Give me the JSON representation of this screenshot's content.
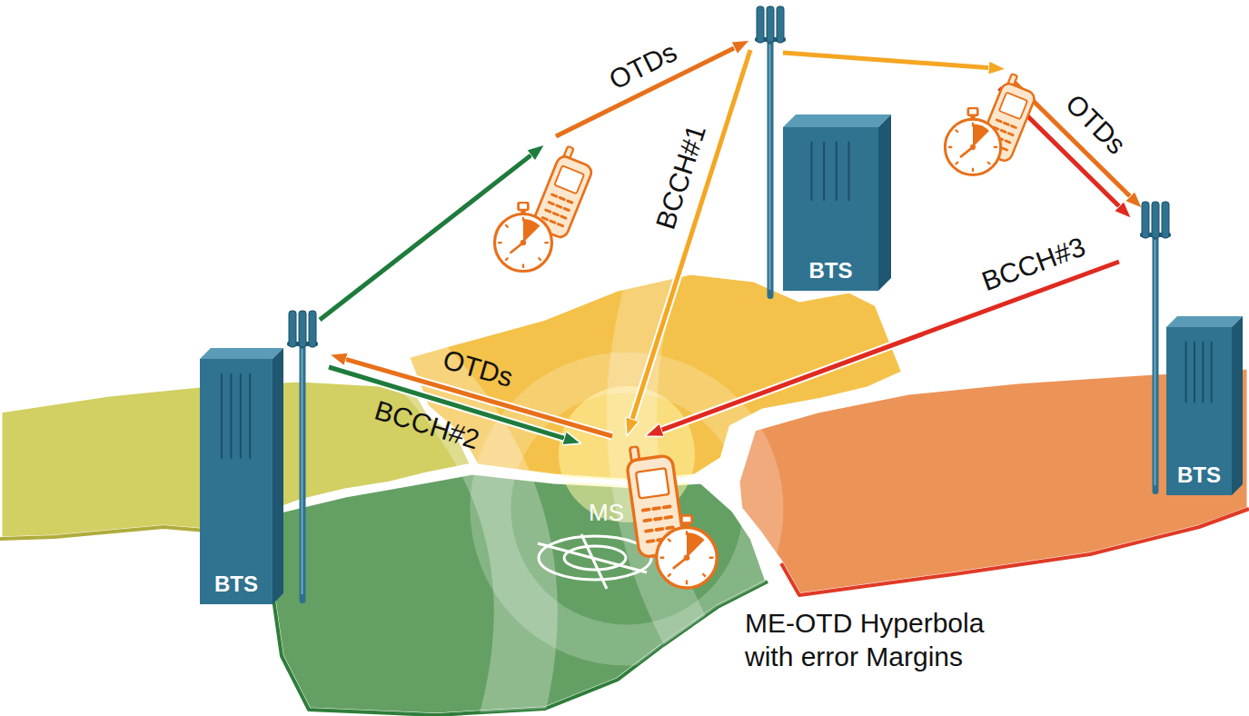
{
  "diagram": {
    "nodes": [
      {
        "text": [
          "BTS"
        ]
      },
      {
        "text": [
          "BTS"
        ]
      },
      {
        "text": [
          "BTS"
        ]
      },
      {
        "text": [
          "MS"
        ]
      }
    ],
    "edges": [
      {
        "from": 0,
        "to": 3,
        "label": "BCCH#1",
        "arrow": "to"
      },
      {
        "from": 1,
        "to": 3,
        "label": "BCCH#2",
        "arrow": "to"
      },
      {
        "from": 2,
        "to": 3,
        "label": "BCCH#3",
        "arrow": "to"
      },
      {
        "from": 3,
        "to": 1,
        "label": "OTDs",
        "arrow": "to"
      }
    ],
    "labels": [
      "OTDs",
      "OTDs",
      "ME-OTD Hyperbola with error Margins"
    ]
  }
}
